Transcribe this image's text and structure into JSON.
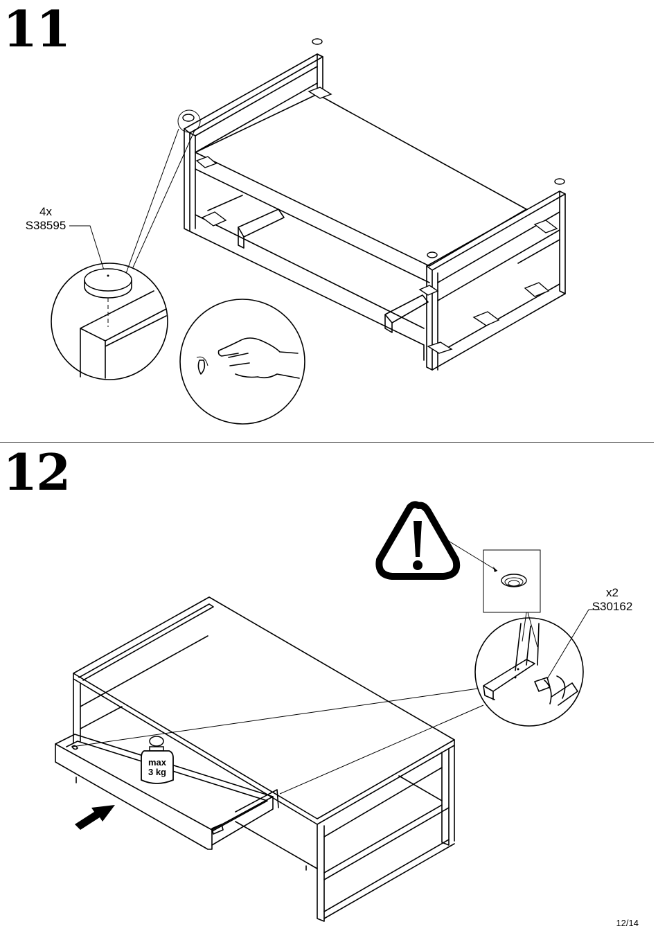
{
  "page": {
    "number": "12/14"
  },
  "step11": {
    "number": "11",
    "part": {
      "quantity": "4x",
      "code": "S38595"
    }
  },
  "step12": {
    "number": "12",
    "part": {
      "quantity": "x2",
      "code": "S30162"
    },
    "weight_limit": {
      "line1": "max",
      "line2": "3 kg"
    }
  }
}
